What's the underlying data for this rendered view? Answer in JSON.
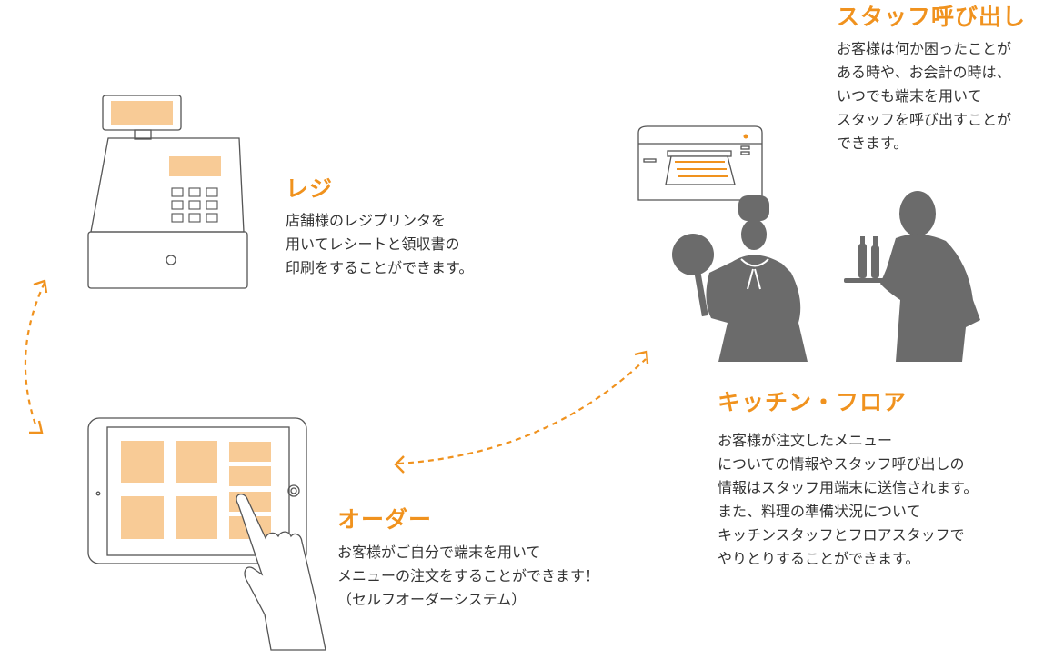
{
  "colors": {
    "accent": "#f0921e",
    "fill_light": "#f8cb96",
    "silhouette": "#6b6b6b",
    "line": "#555555"
  },
  "register": {
    "title": "レジ",
    "lines": [
      "店舗様のレジプリンタを",
      "用いてレシートと領収書の",
      "印刷をすることができます。"
    ],
    "icon": "cash-register-icon"
  },
  "staff_call": {
    "title": "スタッフ呼び出し",
    "lines": [
      "お客様は何か困ったことが",
      "ある時や、お会計の時は、",
      "いつでも端末を用いて",
      "スタッフを呼び出すことが",
      "できます。"
    ]
  },
  "kitchen_floor": {
    "title": "キッチン・フロア",
    "lines": [
      "お客様が注文したメニュー",
      "についての情報やスタッフ呼び出しの",
      "情報はスタッフ用端末に送信されます。",
      "また、料理の準備状況について",
      "キッチンスタッフとフロアスタッフで",
      "やりとりすることができます。"
    ],
    "icons": [
      "printer-icon",
      "chef-silhouette-icon",
      "waiter-silhouette-icon"
    ]
  },
  "order": {
    "title": "オーダー",
    "lines": [
      "お客様がご自分で端末を用いて",
      "メニューの注文をすることができます！",
      "（セルフオーダーシステム）"
    ],
    "icon": "tablet-icon"
  }
}
